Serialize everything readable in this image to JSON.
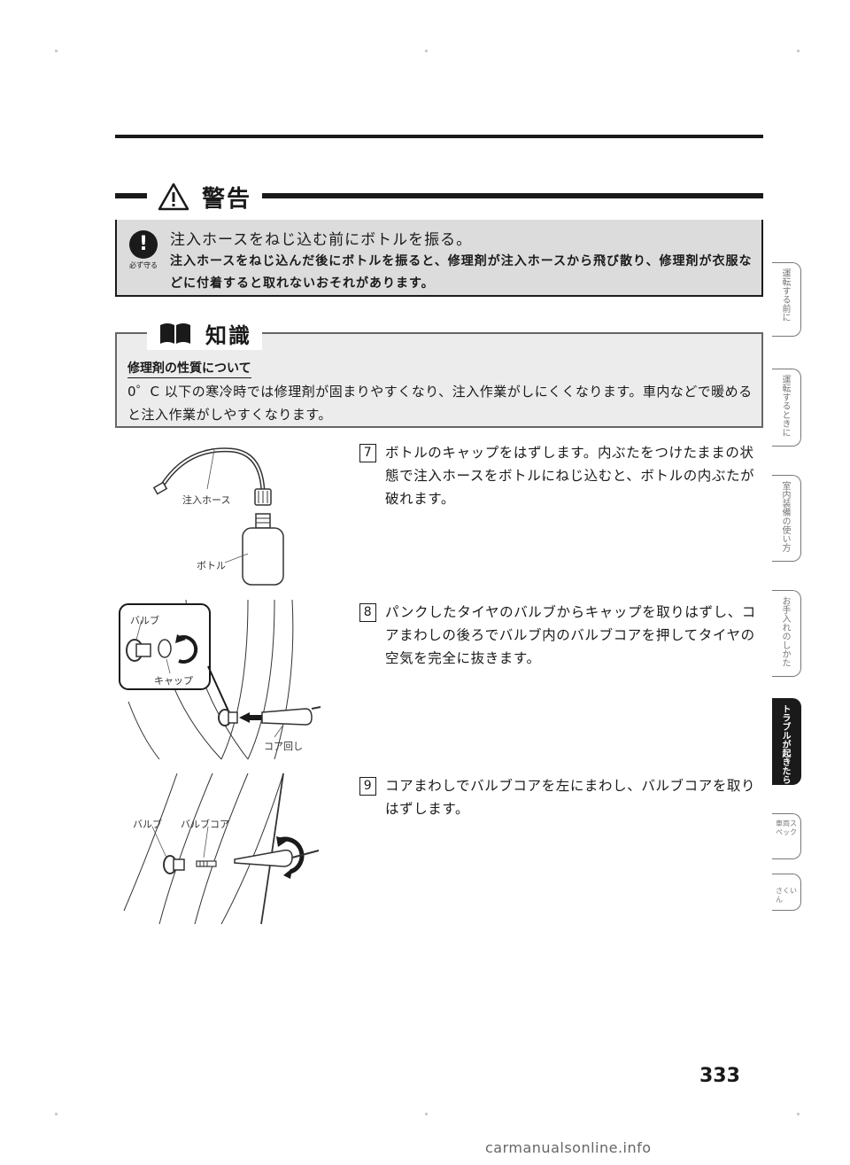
{
  "warning": {
    "title": "警告",
    "must_label": "必ず守る",
    "heading": "注入ホースをねじ込む前にボトルを振る。",
    "body": "注入ホースをねじ込んだ後にボトルを振ると、修理剤が注入ホースから飛び散り、修理剤が衣服などに付着すると取れないおそれがあります。"
  },
  "knowledge": {
    "title": "知識",
    "subheading": "修理剤の性質について",
    "body": "0゜C 以下の寒冷時では修理剤が固まりやすくなり、注入作業がしにくくなります。車内などで暖めると注入作業がしやすくなります。"
  },
  "steps": [
    {
      "num": "7",
      "text": "ボトルのキャップをはずします。内ぶたをつけたままの状態で注入ホースをボトルにねじ込むと、ボトルの内ぶたが破れます。"
    },
    {
      "num": "8",
      "text": "パンクしたタイヤのバルブからキャップを取りはずし、コアまわしの後ろでバルブ内のバルブコアを押してタイヤの空気を完全に抜きます。"
    },
    {
      "num": "9",
      "text": "コアまわしでバルブコアを左にまわし、バルブコアを取りはずします。"
    }
  ],
  "figure_labels": {
    "hose": "注入ホース",
    "bottle": "ボトル",
    "valve": "バルブ",
    "cap": "キャップ",
    "core_tool": "コア回し",
    "valve2": "バルブ",
    "valve_core": "バルブコア"
  },
  "side_tabs": [
    {
      "label": "運転する前に",
      "active": false
    },
    {
      "label": "運転するときに",
      "active": false
    },
    {
      "label": "室内装備の使い方",
      "active": false
    },
    {
      "label": "お手入れのしかた",
      "active": false
    },
    {
      "label": "トラブルが起きたら",
      "active": true
    },
    {
      "label": "車両スペック",
      "active": false
    },
    {
      "label": "さくいん",
      "active": false
    }
  ],
  "page_number": "333",
  "watermark": "carmanualsonline.info"
}
